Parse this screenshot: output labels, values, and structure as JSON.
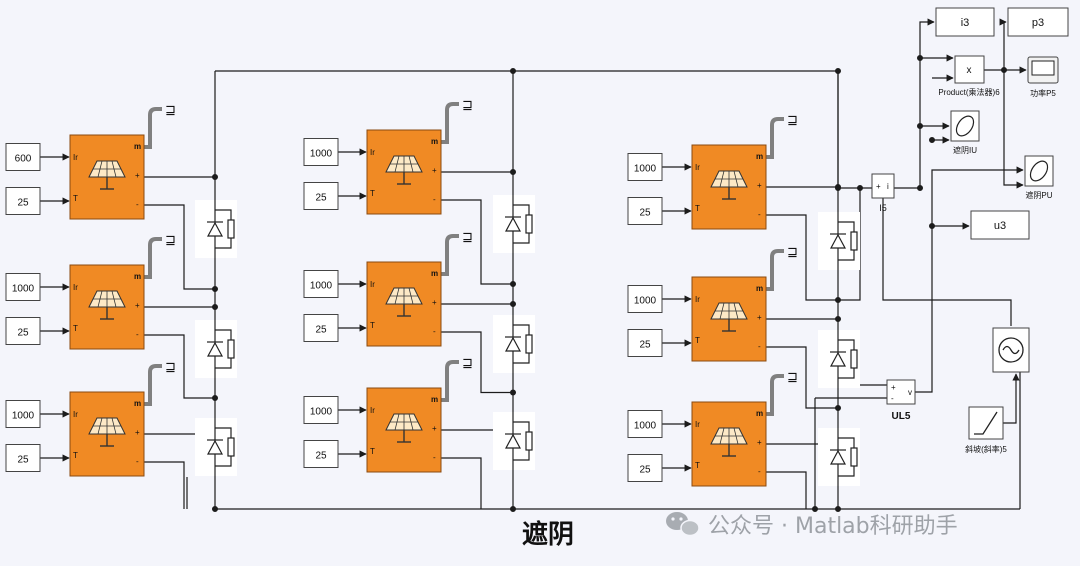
{
  "colors": {
    "background": "#f4f5fb",
    "pv_fill": "#f08a24",
    "pv_border": "#8a4a10",
    "wire": "#1c1c1c",
    "block_border": "#444444",
    "panel_dark": "#303030",
    "watermark": "#9ea2a8"
  },
  "icons": {
    "pv": "solar-panel-icon",
    "diode": "bypass-diode-icon",
    "goto": "goto-tag-icon",
    "scope": "scope-icon",
    "xy": "xy-graph-icon",
    "source": "controlled-current-source-icon",
    "ramp": "ramp-icon",
    "wechat": "wechat-icon"
  },
  "pv_ports": {
    "in1": "Ir",
    "in2": "T",
    "out_m": "m",
    "out_plus": "+",
    "out_minus": "-"
  },
  "goto_symbol": "⊒",
  "strings": [
    {
      "modules": [
        {
          "ir": "600",
          "t": "25"
        },
        {
          "ir": "1000",
          "t": "25"
        },
        {
          "ir": "1000",
          "t": "25"
        }
      ]
    },
    {
      "modules": [
        {
          "ir": "1000",
          "t": "25"
        },
        {
          "ir": "1000",
          "t": "25"
        },
        {
          "ir": "1000",
          "t": "25"
        }
      ]
    },
    {
      "modules": [
        {
          "ir": "1000",
          "t": "25"
        },
        {
          "ir": "1000",
          "t": "25"
        },
        {
          "ir": "1000",
          "t": "25"
        }
      ]
    }
  ],
  "blocks": {
    "i_tag": "i3",
    "p_tag": "p3",
    "u_tag": "u3",
    "product_symbol": "x",
    "product_label": "Product(乘法器)6",
    "scope_label": "功率P5",
    "xy_iu_label": "遮阴IU",
    "xy_pu_label": "遮阴PU",
    "current_sensor_label": "I5",
    "voltage_sensor_label": "UL5",
    "voltage_sensor_v": "v",
    "ramp_label": "斜坡(斜率)5",
    "sensor_plus": "+",
    "sensor_minus": "-",
    "sensor_i": "i"
  },
  "caption": "遮阴",
  "watermark": "公众号 · Matlab科研助手"
}
